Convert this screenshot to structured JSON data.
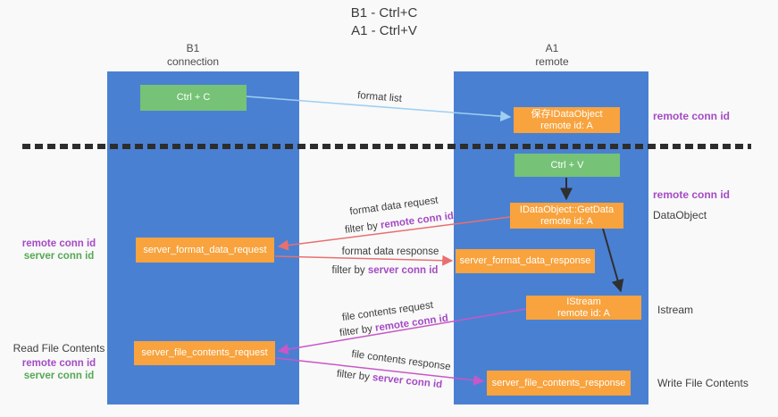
{
  "title": {
    "line1": "B1 - Ctrl+C",
    "line2": "A1 - Ctrl+V"
  },
  "columns": {
    "left": {
      "name": "B1",
      "subtitle": "connection"
    },
    "right": {
      "name": "A1",
      "subtitle": "remote"
    }
  },
  "boxes": {
    "ctrl_c": {
      "label": "Ctrl + C"
    },
    "save_idataobject": {
      "line1": "保存IDataObject",
      "line2": "remote id: A"
    },
    "ctrl_v": {
      "label": "Ctrl + V"
    },
    "getdata": {
      "line1": "IDataObject::GetData",
      "line2": "remote id: A"
    },
    "server_format_data_request": {
      "label": "server_format_data_request"
    },
    "server_format_data_response": {
      "label": "server_format_data_response"
    },
    "istream": {
      "line1": "IStream",
      "line2": "remote id: A"
    },
    "server_file_contents_request": {
      "label": "server_file_contents_request"
    },
    "server_file_contents_response": {
      "label": "server_file_contents_response"
    }
  },
  "flow_labels": {
    "format_list": "format list",
    "format_data_request": "format data request",
    "format_data_response": "format data response",
    "file_contents_request": "file contents request",
    "file_contents_response": "file contents response",
    "filter_by": "filter by ",
    "remote_conn_id": "remote conn id",
    "server_conn_id": "server conn id"
  },
  "side_labels": {
    "remote_conn_id_top": "remote conn id",
    "remote_conn_id_mid": "remote conn id",
    "dataobject": "DataObject",
    "istream": "Istream",
    "write_file_contents": "Write File Contents",
    "read_file_contents": "Read File Contents",
    "left_remote_conn_id": "remote conn id",
    "left_server_conn_id": "server conn id",
    "bottom_remote_conn_id": "remote conn id",
    "bottom_server_conn_id": "server conn id"
  },
  "colors": {
    "panel_blue": "#4a80d2",
    "box_orange": "#f8a33e",
    "box_green": "#76c276",
    "arrow_light_blue": "#9ecff2",
    "arrow_salmon": "#e87070",
    "arrow_magenta": "#c857c8",
    "arrow_black": "#2f2f2f",
    "text_purple": "#a44bc4",
    "text_green": "#55a855",
    "dashed_line": "#2d2d2d",
    "background": "#f9f9f9"
  }
}
